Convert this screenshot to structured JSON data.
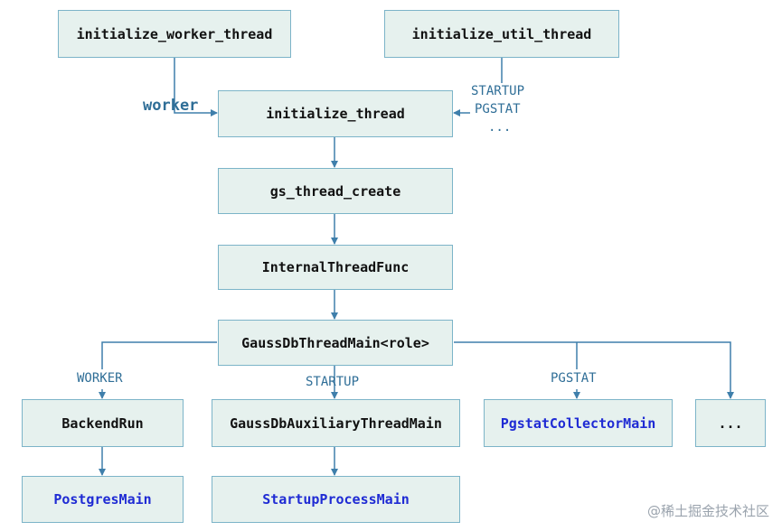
{
  "nodes": {
    "init_worker": "initialize_worker_thread",
    "init_util": "initialize_util_thread",
    "init_thread": "initialize_thread",
    "gs_create": "gs_thread_create",
    "internal_func": "InternalThreadFunc",
    "gauss_main": "GaussDbThreadMain<role>",
    "backend_run": "BackendRun",
    "aux_main": "GaussDbAuxiliaryThreadMain",
    "pgstat_main": "PgstatCollectorMain",
    "more": "...",
    "postgres_main": "PostgresMain",
    "startup_main": "StartupProcessMain"
  },
  "labels": {
    "worker": "worker",
    "startup_upper": "STARTUP",
    "pgstat_upper": "PGSTAT",
    "ellipsis": "...",
    "worker_branch": "WORKER",
    "startup_branch": "STARTUP",
    "pgstat_branch": "PGSTAT"
  },
  "watermark": "@稀土掘金技术社区",
  "colors": {
    "box_fill": "#e6f1ee",
    "box_border": "#7cb4c8",
    "connector": "#3f7fab",
    "label_text": "#2f6e97",
    "entry_text": "#1f2bd4"
  }
}
